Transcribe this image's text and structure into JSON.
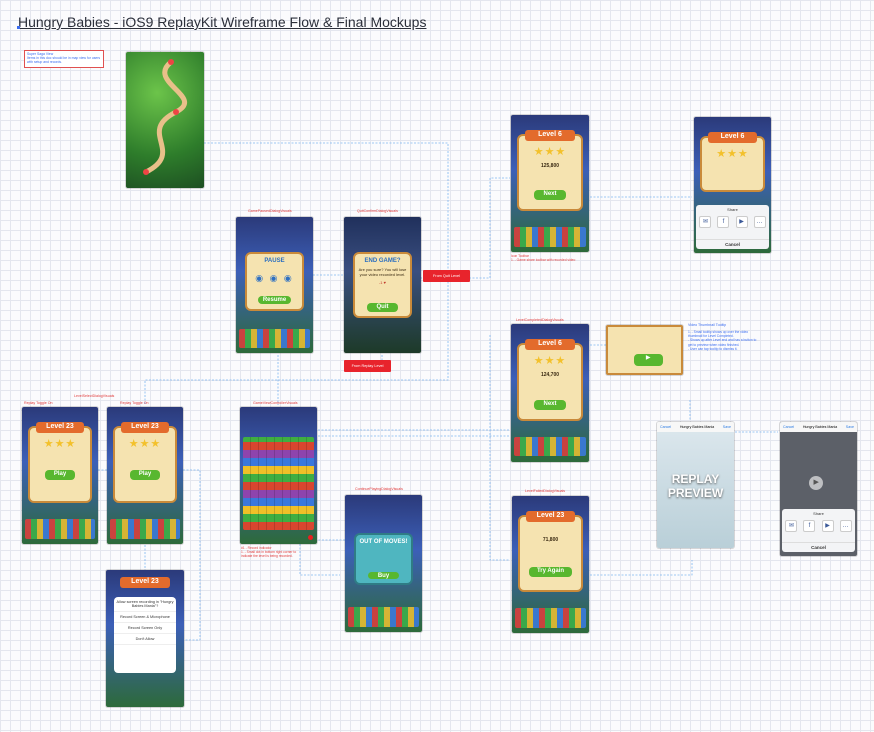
{
  "title": "Hungry Babies - iOS9 ReplayKit Wireframe Flow & Final Mockups",
  "note": "Super Saga View\nItems in this doc should be in map view for users with setup and records.",
  "labels": {
    "game_paused": "GamePausedDialogVisuals",
    "quit_confirm": "QuitConfirmDialogVisuals",
    "level_select": "LevelSelectDialogVisuals",
    "gameview": "GameViewControllerVisuals",
    "continue_playing": "ContinuePlayingDialogVisuals",
    "level_completed": "LevelCompletedDialogVisuals",
    "level_failed": "LevelFailedDialogVisuals",
    "video_thumbnail": "Video Thumbnail Tooltip",
    "replay_toggle_on_1": "Replay Toggle On",
    "replay_toggle_on_2": "Replay Toggle On"
  },
  "buttons": {
    "from_quit_level": "From Quit Level",
    "from_replay_level": "From Replay Level"
  },
  "screens": {
    "pause": {
      "title": "PAUSE",
      "button": "Resume"
    },
    "quit": {
      "title": "END GAME?",
      "sub": "Are you sure? You will lose your video recorded level.",
      "lives": "-1 ♥",
      "button": "Quit"
    },
    "completed1": {
      "banner": "Level 6",
      "score": "125,800",
      "button": "Next"
    },
    "completed2": {
      "banner": "Level 6",
      "score": "124,700",
      "button": "Next"
    },
    "failed": {
      "banner": "Level 23",
      "score": "71,800",
      "button": "Try Again"
    },
    "levelsel1": {
      "banner": "Level 23",
      "button": "Play"
    },
    "levelsel2": {
      "banner": "Level 23",
      "button": "Play"
    },
    "outofmoves": {
      "title": "OUT OF MOVES!",
      "button": "Buy"
    },
    "share_sheet": {
      "banner": "Level 6",
      "share": "Share",
      "cancel": "Cancel"
    },
    "replay_preview": {
      "text1": "REPLAY",
      "text2": "PREVIEW",
      "top_left": "Cancel",
      "top_center": "Hungry Babies Mania",
      "top_right": "Save"
    },
    "preview_share": {
      "top_left": "Cancel",
      "top_center": "Hungry Babies Mania",
      "top_right": "Save",
      "share": "Share",
      "cancel": "Cancel"
    },
    "permission": {
      "banner": "Level 23",
      "lines": [
        "Allow screen recording in \"Hungry Babies Mania\"?",
        "Record Screen & Microphone",
        "Record Screen Only",
        "Don't Allow"
      ]
    }
  },
  "notes": {
    "completed1": "Icon Toolbar\n1. - Game share toolbar with recorded video",
    "video_thumbnail": "1. - Small tooltip shows up over the video thumbnail for Level Completed.\n- Shows up after Level end and has a button to get to preview when video finished.\n- User can tap tooltip to dismiss it.",
    "gameview": "#1 - Record indicator\n1. - Small dot in bottom right corner to indicate the level is being recorded."
  }
}
